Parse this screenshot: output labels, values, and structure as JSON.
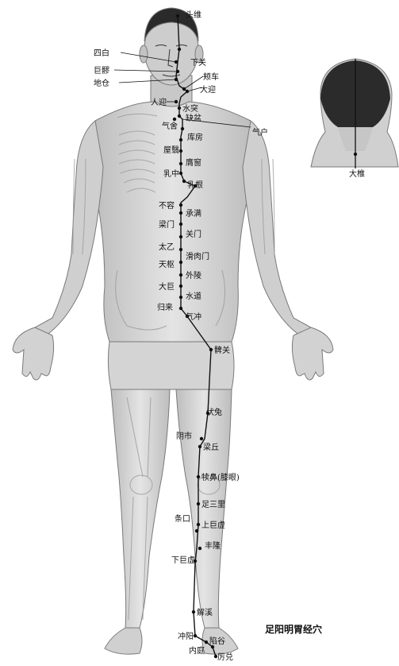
{
  "caption": "足阳明胃经穴",
  "line_color": "#111111",
  "labels": {
    "touwei": "头维",
    "sibai": "四白",
    "xiaguan": "下关",
    "juliao": "巨髎",
    "jiache": "颊车",
    "dicang": "地仓",
    "daying": "大迎",
    "renying": "人迎",
    "shuitu": "水突",
    "quepen": "缺盆",
    "qishe": "气舍",
    "qihu": "气户",
    "kufang": "库房",
    "wuyi": "屋翳",
    "yingchuang": "膺窗",
    "ruzhong": "乳中",
    "rugen": "乳根",
    "burong": "不容",
    "chengman": "承满",
    "liangmen": "梁门",
    "guanmen": "关门",
    "taiyi": "太乙",
    "huaroumen": "滑肉门",
    "tianshu": "天枢",
    "wailing": "外陵",
    "daju": "大巨",
    "shuidao": "水道",
    "guilai": "归来",
    "qichong": "气冲",
    "biguan": "髀关",
    "futu": "伏兔",
    "yinshi": "阴市",
    "liangqiu": "梁丘",
    "dubi": "犊鼻(膝眼)",
    "zusanli": "足三里",
    "tiaokou": "条口",
    "shangjuxu": "上巨虚",
    "fenglong": "丰隆",
    "xiajuxu": "下巨虚",
    "jiexi": "解溪",
    "chongyang": "冲阳",
    "xiangu": "陷谷",
    "neiting": "内庭",
    "lidui": "厉兑",
    "inset_daying": "大椎"
  }
}
